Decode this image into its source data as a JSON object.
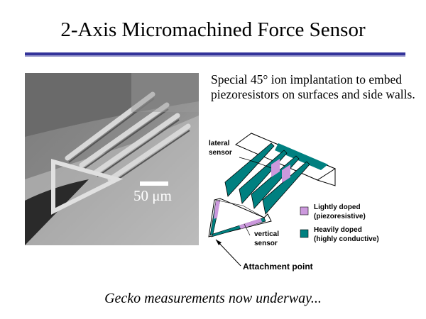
{
  "title": "2-Axis Micromachined Force Sensor",
  "description": "Special 45° ion implantation to embed piezoresistors on surfaces and side walls.",
  "photo": {
    "scale_label": "50 μm"
  },
  "diagram": {
    "lateral_label_1": "lateral",
    "lateral_label_2": "sensor",
    "vertical_label_1": "vertical",
    "vertical_label_2": "sensor",
    "attachment_label": "Attachment point",
    "legend": [
      {
        "label_1": "Lightly doped",
        "label_2": "(piezoresistive)",
        "color": "#cc99dd"
      },
      {
        "label_1": "Heavily doped",
        "label_2": "(highly conductive)",
        "color": "#008080"
      }
    ]
  },
  "footer": "Gecko measurements now underway..."
}
